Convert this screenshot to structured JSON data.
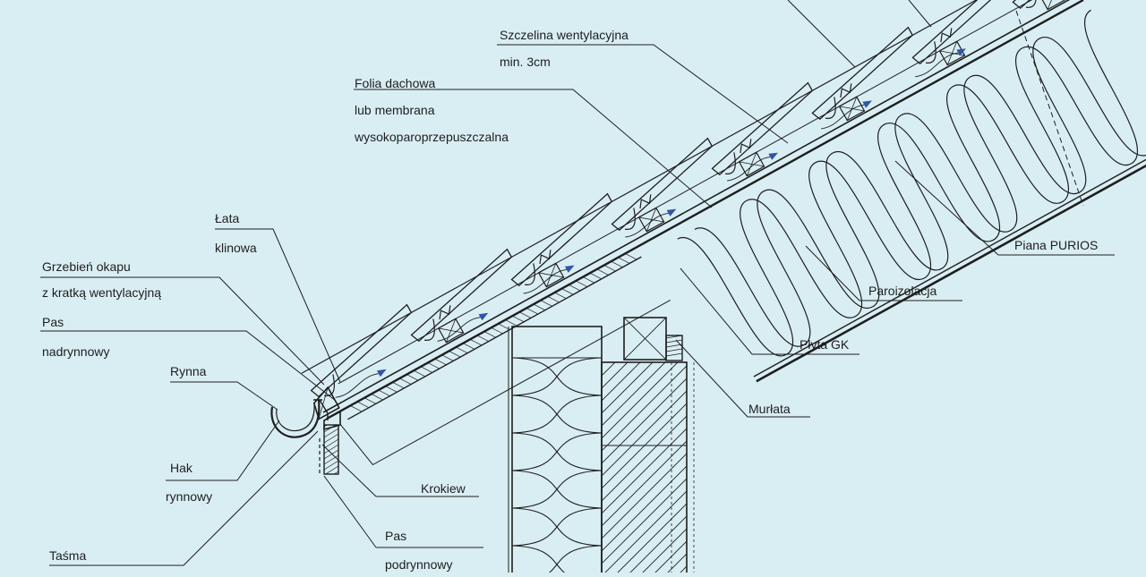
{
  "colors": {
    "background": "#d9eef3",
    "line": "#1e1e1e",
    "arrow": "#2f55a8"
  },
  "labels": {
    "szczelina_1": "Szczelina wentylacyjna",
    "szczelina_2": "min. 3cm",
    "folia_1": "Folia dachowa",
    "folia_2": "lub membrana",
    "folia_3": "wysokoparoprzepuszczalna",
    "lata_1": "Łata",
    "lata_2": "klinowa",
    "grzebien_1": "Grzebień okapu",
    "grzebien_2": "z kratką wentylacyjną",
    "pas_nad_1": "Pas",
    "pas_nad_2": "nadrynnowy",
    "rynna": "Rynna",
    "hak_1": "Hak",
    "hak_2": "rynnowy",
    "tasma": "Taśma",
    "pas_pod_1": "Pas",
    "pas_pod_2": "podrynnowy",
    "krokiew": "Krokiew",
    "murlata": "Murłata",
    "plyta": "Płyta GK",
    "paroizolacja": "Paroizolacja",
    "piana": "Piana PURIOS"
  }
}
